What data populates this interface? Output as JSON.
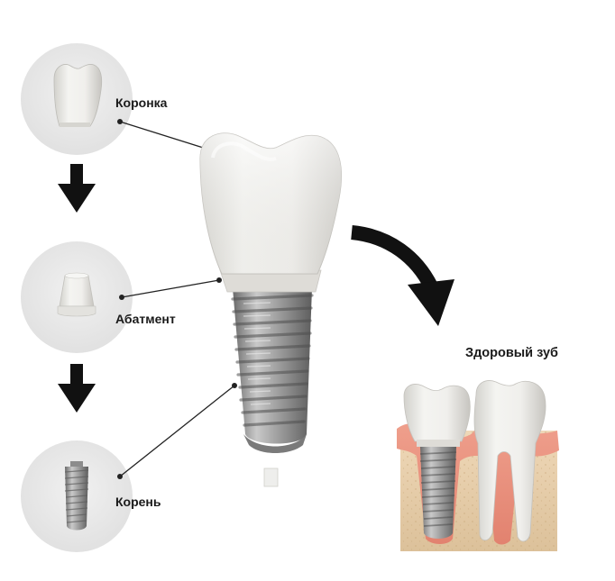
{
  "labels": {
    "crown": "Коронка",
    "abutment": "Абатмент",
    "root": "Корень",
    "healthy_tooth": "Здоровый зуб"
  },
  "colors": {
    "circle_bg": "#e9e9e9",
    "tooth_enamel": "#ececea",
    "tooth_shadow": "#c9c8c4",
    "metal": "#9a9a9a",
    "metal_dark": "#6f6f6f",
    "gum": "#e88f7d",
    "bone": "#e8cfa9",
    "arrow": "#111111"
  },
  "icons": [
    "crown-icon",
    "abutment-icon",
    "implant-screw-icon",
    "down-arrow-icon",
    "curved-arrow-icon"
  ]
}
